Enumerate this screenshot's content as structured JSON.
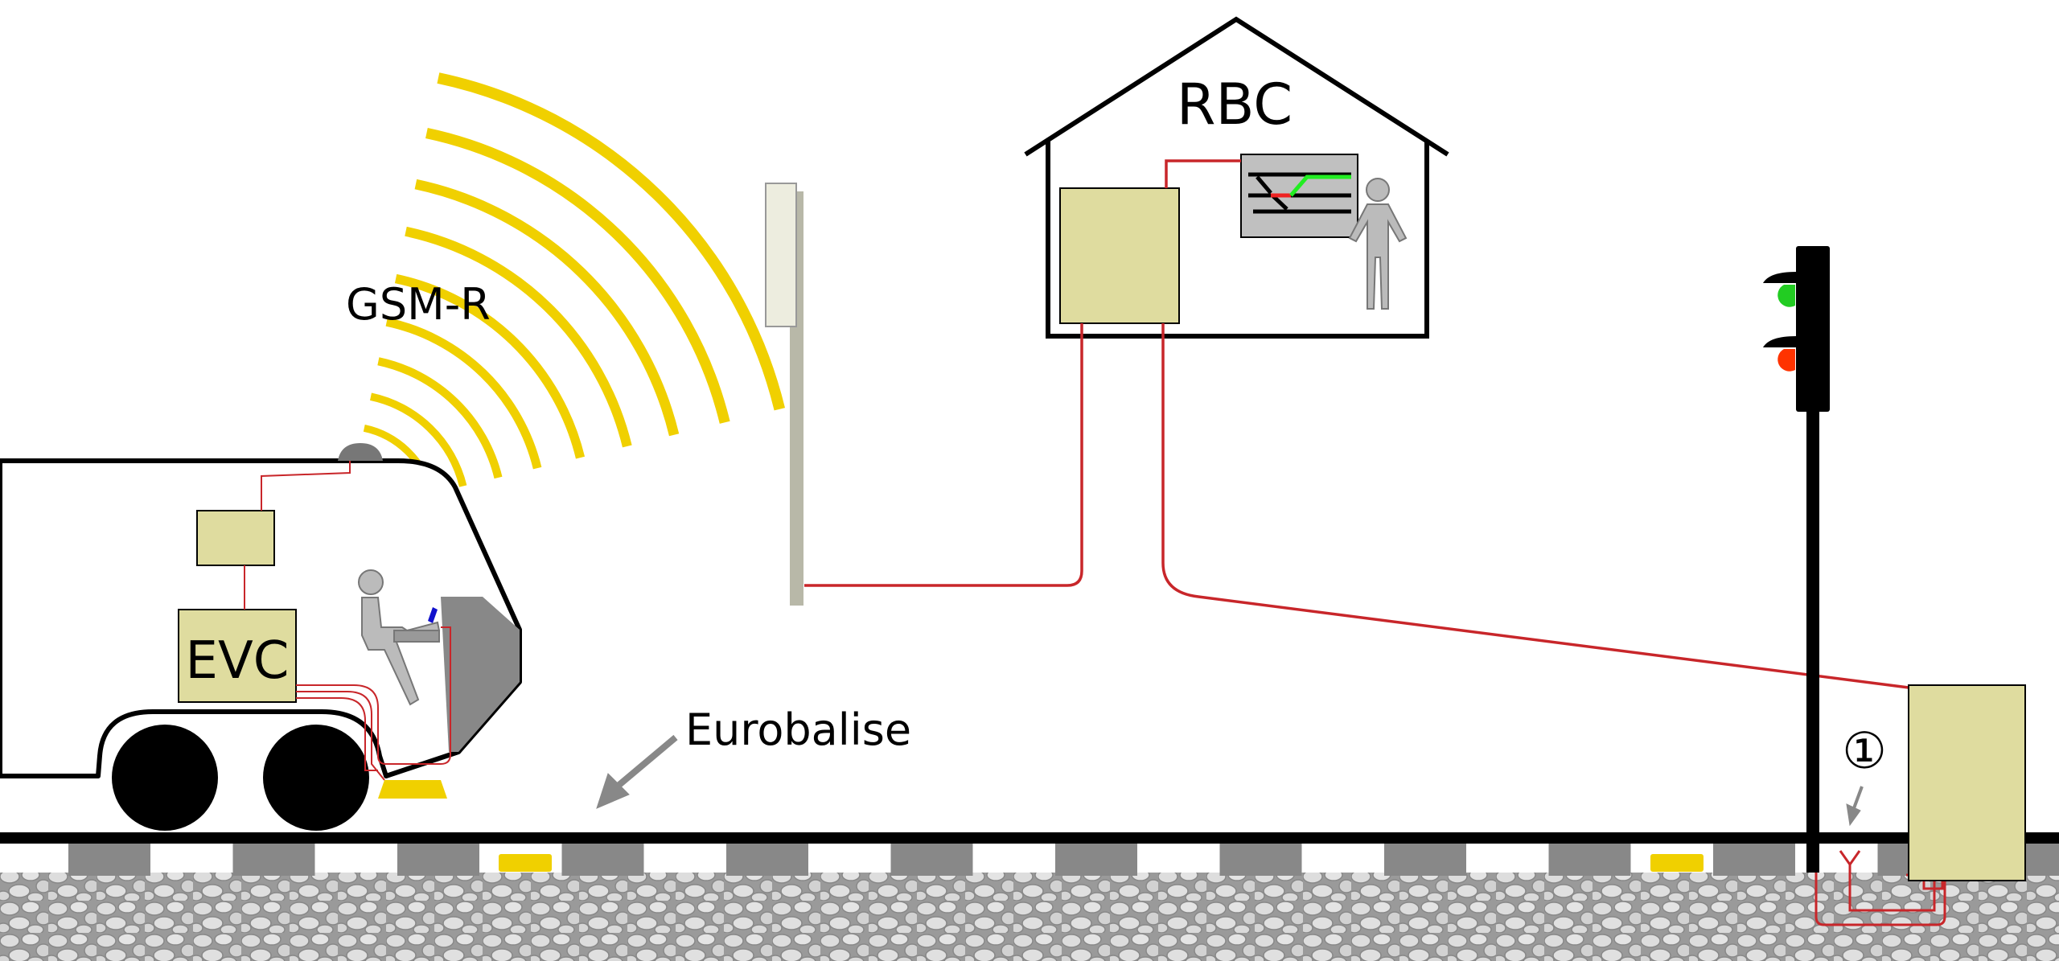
{
  "labels": {
    "rbc": "RBC",
    "gsm_r": "GSM-R",
    "evc": "EVC",
    "eurobalise": "Eurobalise",
    "marker": "①"
  },
  "colors": {
    "box_fill": "#dfdc9f",
    "cable": "#c8262a",
    "wave": "#f0d000",
    "balise": "#f0d000",
    "signal_green": "#22cc22",
    "signal_red": "#ff3300",
    "screen_green": "#22ee22",
    "screen_red": "#ee2222",
    "sleeper": "#888888",
    "ballast": "#d8d8d8",
    "person": "#bbbbbb"
  }
}
